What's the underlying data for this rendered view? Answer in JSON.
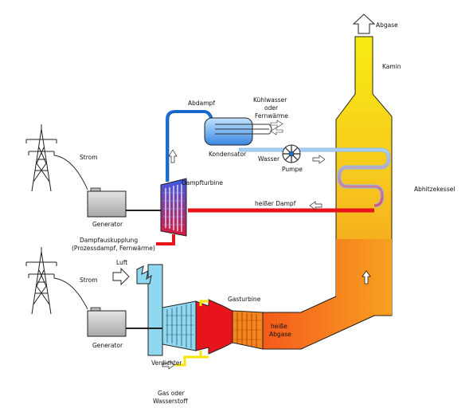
{
  "labels": {
    "abgase": "Abgase",
    "kamin": "Kamin",
    "abhitzekessel": "Abhitzekessel",
    "abdampf": "Abdampf",
    "kuehlwasser_1": "Kühlwasser",
    "kuehlwasser_2": "oder",
    "kuehlwasser_3": "Fernwärme",
    "kondensator": "Kondensator",
    "wasser": "Wasser",
    "pumpe": "Pumpe",
    "dampfturbine": "Dampfturbine",
    "heisser_dampf": "heißer Dampf",
    "strom_top": "Strom",
    "generator_top": "Generator",
    "dampfauskupplung_1": "Dampfauskupplung",
    "dampfauskupplung_2": "(Prozessdampf, Fernwärme)",
    "luft": "Luft",
    "strom_bottom": "Strom",
    "gasturbine": "Gasturbine",
    "heisse_abgase_1": "heiße",
    "heisse_abgase_2": "Abgase",
    "generator_bottom": "Generator",
    "verdichter": "Verdichter",
    "gas_1": "Gas oder",
    "gas_2": "Wasserstoff"
  },
  "colors": {
    "exhaust_top": "#f5e600",
    "exhaust_bottom": "#f58a1f",
    "steam_red": "#e8141c",
    "cold_blue": "#1d6fd6",
    "compressor": "#8fd8ef",
    "generator_grey": "#c8c8c8"
  }
}
